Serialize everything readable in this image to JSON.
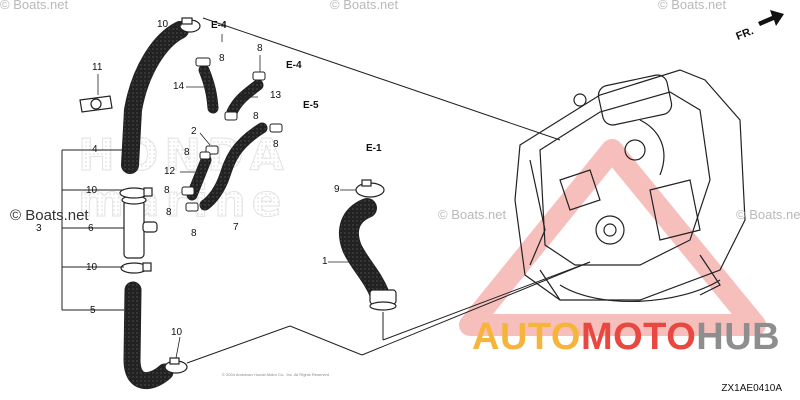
{
  "watermarks": {
    "top_left": "© Boats.net",
    "top_center": "© Boats.net",
    "top_right": "© Boats.net",
    "mid_left": "© Boats.net",
    "mid_right": "© Boats.net",
    "mid_right2": "© Boats.net"
  },
  "callouts": {
    "p1": "1",
    "p2": "2",
    "p3": "3",
    "p4": "4",
    "p5": "5",
    "p6": "6",
    "p7": "7",
    "p8a": "8",
    "p8b": "8",
    "p8c": "8",
    "p8d": "8",
    "p8e": "8",
    "p8f": "8",
    "p8g": "8",
    "p8h": "8",
    "p9": "9",
    "p10a": "10",
    "p10b": "10",
    "p10c": "10",
    "p10d": "10",
    "p11": "11",
    "p12": "12",
    "p13": "13",
    "p14": "14"
  },
  "refs": {
    "e4a": "E-4",
    "e4b": "E-4",
    "e5": "E-5",
    "e1": "E-1"
  },
  "direction_label": "FR.",
  "diagram_code": "ZX1AE0410A",
  "brand": {
    "part1": "AUTO",
    "part2": "MOTO",
    "part3": "HUB"
  },
  "background_logo": "HONDA MARINE",
  "colors": {
    "brand_orange": "#f6b53a",
    "brand_red": "#e9473f",
    "brand_gray": "#8e8e8e"
  }
}
